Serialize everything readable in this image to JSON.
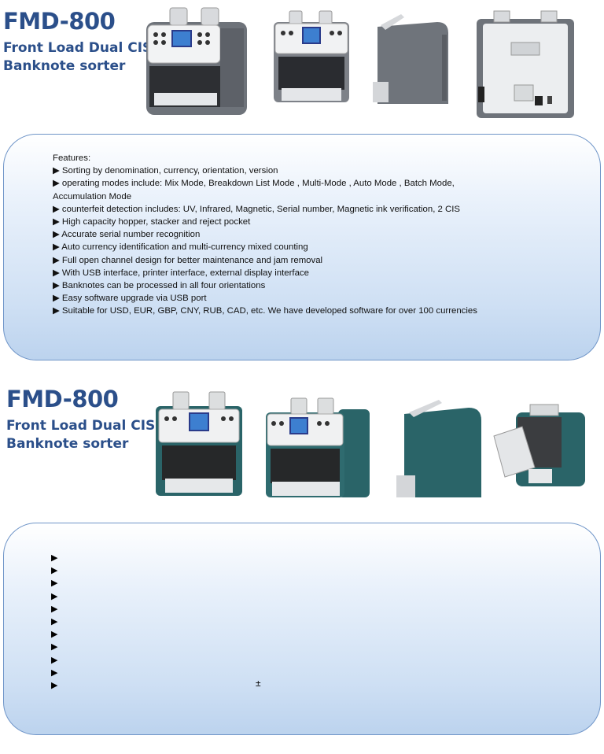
{
  "section1": {
    "title": "FMD-800",
    "subtitle_line1": "Front Load Dual CIS",
    "subtitle_line2": "Banknote sorter",
    "machine_color": "#7b7f86",
    "features_heading": "Features:",
    "features": [
      "▶ Sorting by denomination, currency, orientation, version",
      "▶ operating modes include:  Mix Mode, Breakdown List Mode , Multi-Mode , Auto Mode , Batch Mode, Accumulation Mode",
      "▶ counterfeit detection includes: UV, Infrared, Magnetic, Serial number, Magnetic ink verification, 2 CIS",
      "▶ High capacity hopper, stacker and reject pocket",
      "▶ Accurate serial number recognition",
      "▶ Auto currency identification and multi-currency mixed counting",
      "▶ Full open channel design for better maintenance and jam removal",
      "▶ With USB interface, printer interface, external display interface",
      "▶ Banknotes can be processed in all four orientations",
      "▶ Easy software upgrade via USB port",
      "▶ Suitable for USD, EUR, GBP, CNY, RUB, CAD, etc. We have developed software for over 100 currencies"
    ]
  },
  "section2": {
    "title": "FMD-800",
    "subtitle_line1": "Front Load Dual CIS",
    "subtitle_line2": "Banknote sorter",
    "machine_color": "#2a6468",
    "bullets": [
      "▶",
      "▶",
      "▶",
      "▶",
      "▶",
      "▶",
      "▶",
      "▶",
      "▶",
      "▶",
      "▶"
    ],
    "plus_minus": "±"
  },
  "colors": {
    "title": "#2b4f8a",
    "panel_border": "#6f95c8"
  }
}
